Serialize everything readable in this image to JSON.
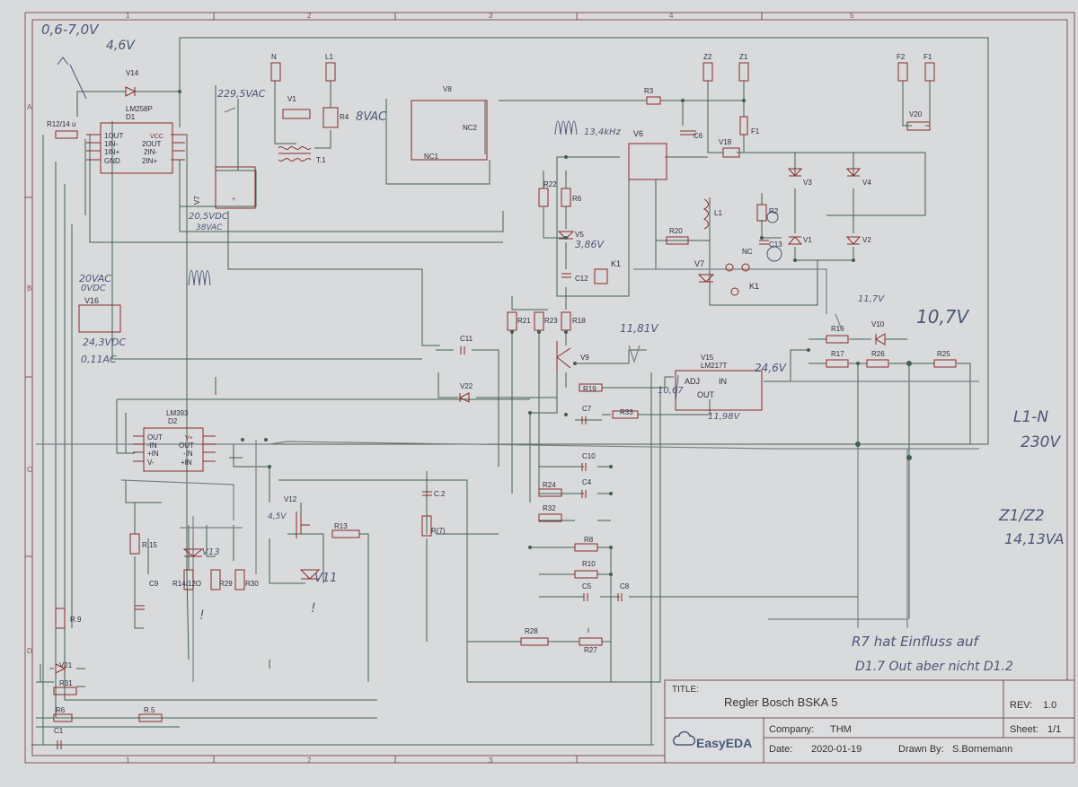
{
  "frame": {
    "col_numbers": [
      "1",
      "2",
      "3",
      "4",
      "5"
    ],
    "row_letters": [
      "A",
      "B",
      "C",
      "D"
    ]
  },
  "title_block": {
    "title_label": "TITLE:",
    "title_value": "Regler Bosch BSKA 5",
    "rev_label": "REV:",
    "rev_value": "1.0",
    "company_label": "Company:",
    "company_value": "THM",
    "sheet_label": "Sheet:",
    "sheet_value": "1/1",
    "date_label": "Date:",
    "date_value": "2020-01-19",
    "drawn_label": "Drawn By:",
    "drawn_value": "S.Bornemann",
    "logo_text": "EasyEDA"
  },
  "components": {
    "v14": "V14",
    "d1_part": "LM258P",
    "d1": "D1",
    "r12": "R12/14 u",
    "d1_pins_left": [
      "1OUT",
      "1IN-",
      "1IN+",
      "GND"
    ],
    "d1_pins_right": [
      "VCC",
      "2OUT",
      "2IN-",
      "2IN+"
    ],
    "v1": "V1",
    "r4": "R4",
    "n": "N",
    "l1_term": "L1",
    "t1": "T.1",
    "v7": "V7",
    "v8": "V8",
    "nc1": "NC1",
    "nc2": "NC2",
    "r3": "R3",
    "v6": "V6",
    "z2": "Z2",
    "z1": "Z1",
    "c6": "C6",
    "f1": "F1",
    "v18": "V18",
    "f2": "F2",
    "f1_term": "F1",
    "v20": "V20",
    "v3": "V3",
    "v4": "V4",
    "v1b": "V1",
    "v2": "V2",
    "r22": "R22",
    "r6": "R6",
    "v5": "V5",
    "c12": "C12",
    "k1": "K1",
    "r20": "R20",
    "l1": "L1",
    "r2": "R2",
    "c13": "C13",
    "v7b": "V7",
    "nc": "NC",
    "k1b": "K1",
    "v16": "V16",
    "r21": "R21",
    "r23": "R23",
    "r18": "R18",
    "c11": "C11",
    "v9": "V9",
    "v22": "V22",
    "r19": "R19",
    "c7": "C7",
    "r33": "R33",
    "v15": "V15",
    "lm217": "LM217T",
    "adj": "ADJ",
    "in": "IN",
    "out": "OUT",
    "r16": "R16",
    "v10": "V10",
    "r17": "R17",
    "r26": "R26",
    "r25": "R25",
    "d2_part": "LM393",
    "d2": "D2",
    "d2_pins_left": [
      "OUT",
      "-IN",
      "+IN",
      "V-"
    ],
    "d2_pins_right": [
      "V+",
      "OUT",
      "-IN",
      "+IN"
    ],
    "c10": "C10",
    "c4": "C4",
    "r24": "R24",
    "r32": "R32",
    "c2": "C.2",
    "r7": "R(7)",
    "v12": "V12",
    "r13": "R13",
    "r15": "R.15",
    "c9": "C9",
    "r14": "R14/12O",
    "r29": "R29",
    "r30": "R30",
    "v13": "V13",
    "v11": "V11",
    "r8": "R8",
    "r10": "R10",
    "c5": "C5",
    "c8": "C8",
    "r28": "R28",
    "r27": "R27",
    "r9": "R.9",
    "v21": "V21",
    "r31": "R31",
    "r6b": "R6",
    "r5": "R.5",
    "c1": "C1",
    "pin_plus": "+"
  },
  "handwritten": {
    "top_left_1": "0,6-7,0V",
    "top_left_2": "4,6V",
    "v1_volt": "229,5VAC",
    "r4_volt": "8VAC",
    "v8_freq": "13,4kHz",
    "v7_volt": "20,5VDC",
    "v7_volt2": "38VAC",
    "v5_volt": "3,86V",
    "v16_volt": "20VAC",
    "v16_volt2": "0VDC",
    "v16_volt3": "24,3VDC",
    "v16_volt4": "0,11AC",
    "v9_volt": "11,81V",
    "v10_small": "11,7V",
    "v10_big": "10,7V",
    "v15_in": "24,6V",
    "v15_adj": "10,67",
    "v15_out": "11,98V",
    "v12_volt": "4,5V",
    "l1n": "L1-N",
    "mains": "230V",
    "z1z2": "Z1/Z2",
    "z1z2_amp": "14,13VA",
    "note_1": "R7 hat Einfluss auf",
    "note_2": "D1.7 Out aber nicht D1.2",
    "excl": "!"
  }
}
